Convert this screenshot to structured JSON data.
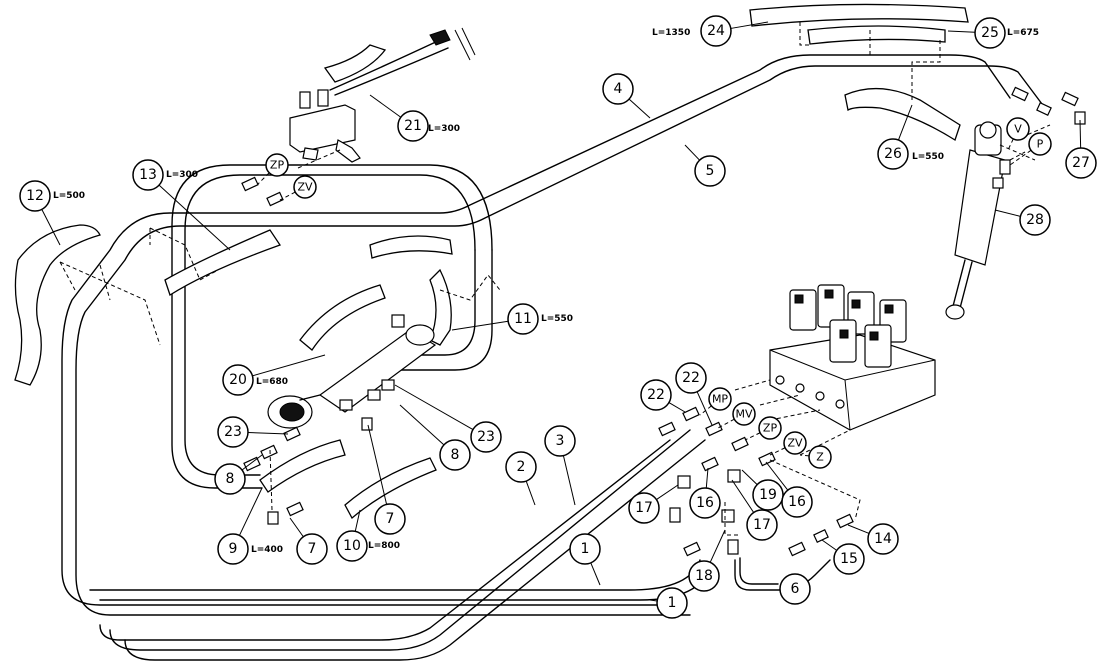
{
  "callouts": [
    {
      "id": "c24",
      "label": "24"
    },
    {
      "id": "c25",
      "label": "25"
    },
    {
      "id": "c4",
      "label": "4"
    },
    {
      "id": "c21",
      "label": "21"
    },
    {
      "id": "c26",
      "label": "26"
    },
    {
      "id": "c5",
      "label": "5"
    },
    {
      "id": "c27",
      "label": "27"
    },
    {
      "id": "c13",
      "label": "13"
    },
    {
      "id": "c12",
      "label": "12"
    },
    {
      "id": "c28",
      "label": "28"
    },
    {
      "id": "c11",
      "label": "11"
    },
    {
      "id": "c20",
      "label": "20"
    },
    {
      "id": "c22a",
      "label": "22"
    },
    {
      "id": "c22b",
      "label": "22"
    },
    {
      "id": "c23a",
      "label": "23"
    },
    {
      "id": "c23b",
      "label": "23"
    },
    {
      "id": "c3",
      "label": "3"
    },
    {
      "id": "c8a",
      "label": "8"
    },
    {
      "id": "c8b",
      "label": "8"
    },
    {
      "id": "c2",
      "label": "2"
    },
    {
      "id": "c17a",
      "label": "17"
    },
    {
      "id": "c16a",
      "label": "16"
    },
    {
      "id": "c19",
      "label": "19"
    },
    {
      "id": "c16b",
      "label": "16"
    },
    {
      "id": "c7a",
      "label": "7"
    },
    {
      "id": "c17b",
      "label": "17"
    },
    {
      "id": "c9",
      "label": "9"
    },
    {
      "id": "c7b",
      "label": "7"
    },
    {
      "id": "c10",
      "label": "10"
    },
    {
      "id": "c1a",
      "label": "1"
    },
    {
      "id": "c14",
      "label": "14"
    },
    {
      "id": "c15",
      "label": "15"
    },
    {
      "id": "c18",
      "label": "18"
    },
    {
      "id": "c1b",
      "label": "1"
    },
    {
      "id": "c6",
      "label": "6"
    }
  ],
  "ports": [
    {
      "id": "pZP1",
      "label": "ZP"
    },
    {
      "id": "pZV1",
      "label": "ZV"
    },
    {
      "id": "pV",
      "label": "V"
    },
    {
      "id": "pP",
      "label": "P"
    },
    {
      "id": "pMP",
      "label": "MP"
    },
    {
      "id": "pMV",
      "label": "MV"
    },
    {
      "id": "pZP2",
      "label": "ZP"
    },
    {
      "id": "pZV2",
      "label": "ZV"
    },
    {
      "id": "pZ",
      "label": "Z"
    }
  ],
  "lengths": [
    {
      "id": "L1350",
      "text": "L=1350"
    },
    {
      "id": "L675",
      "text": "L=675"
    },
    {
      "id": "L300a",
      "text": "L=300"
    },
    {
      "id": "L550a",
      "text": "L=550"
    },
    {
      "id": "L300b",
      "text": "L=300"
    },
    {
      "id": "L500",
      "text": "L=500"
    },
    {
      "id": "L550b",
      "text": "L=550"
    },
    {
      "id": "L680",
      "text": "L=680"
    },
    {
      "id": "L400",
      "text": "L=400"
    },
    {
      "id": "L800",
      "text": "L=800"
    }
  ]
}
